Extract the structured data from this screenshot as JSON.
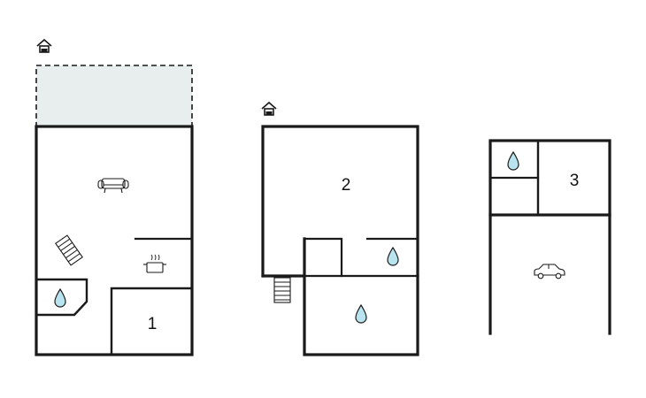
{
  "floorplan": {
    "rooms": [
      {
        "number": "1"
      },
      {
        "number": "2"
      },
      {
        "number": "3"
      }
    ],
    "icons": {
      "entrance": "home-entrance-icon",
      "sofa": "sofa-icon",
      "kitchen": "cooking-pot-icon",
      "water": "water-drop-icon",
      "stairs": "stairs-icon",
      "car": "car-icon"
    },
    "colors": {
      "wall": "#1a1a1a",
      "terrace_fill": "#e8eeee",
      "water_fill": "#b9e3ef",
      "background": "#ffffff"
    }
  }
}
